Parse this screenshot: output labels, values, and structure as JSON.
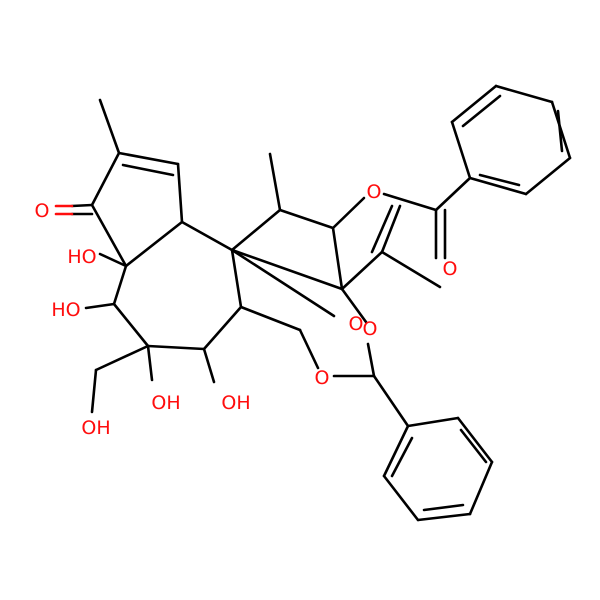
{
  "colors": {
    "carbon": "#000000",
    "oxygen": "#ff0d0d",
    "background": "#ffffff"
  },
  "labels": {
    "ketone_o": "O",
    "oh_4a": "HO",
    "oh_5": "HO",
    "oh_6": "OH",
    "oh_7": "OH",
    "hydroxymethyl_oh": "OH",
    "ester_o": "O",
    "carbonyl_o": "O",
    "orthoester_o1": "O",
    "orthoester_o2": "O",
    "orthoester_o3": "O"
  }
}
